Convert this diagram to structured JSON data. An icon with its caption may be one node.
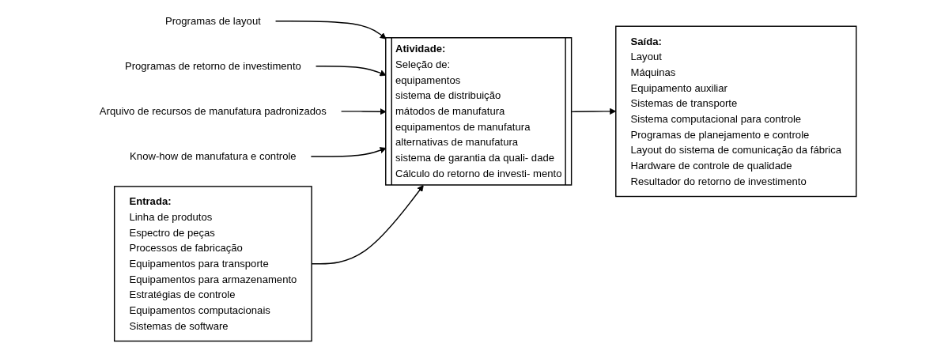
{
  "diagram": {
    "nodes": [
      {
        "text": [
          "Programas de layout"
        ]
      },
      {
        "text": [
          "Programas de retorno de investimento"
        ]
      },
      {
        "text": [
          "Arquivo de recursos de manufatura padronizados"
        ]
      },
      {
        "text": [
          "Know-how de manufatura e controle"
        ]
      },
      {
        "text": [
          "Entrada:",
          "Linha de produtos",
          "Espectro de peças",
          "Processos de fabricação",
          "Equipamentos para transporte",
          "Equipamentos para armazenamento",
          "Estratégias de controle",
          "Equipamentos computacionais",
          "Sistemas de software"
        ]
      },
      {
        "text": [
          "Atividade:",
          "Seleção de:",
          "equipamentos",
          "sistema de distribuição",
          "mátodos de manufatura",
          "equipamentos de manufatura",
          "alternativas de manufatura",
          "sistema de garantia da quali- dade",
          "Cálculo do retorno de investi- mento"
        ]
      },
      {
        "text": [
          "Saída:",
          "Layout",
          "Máquinas",
          "Equipamento auxiliar",
          "Sistemas de transporte",
          "Sistema computacional para controle",
          "Programas de planejamento e controle",
          "Layout do sistema de comunicação da fábrica",
          "Hardware de controle de qualidade",
          "Resultador do retorno de investimento"
        ]
      }
    ],
    "edges": [
      {
        "from": 0,
        "to": 5,
        "arrow": "to"
      },
      {
        "from": 1,
        "to": 5,
        "arrow": "to"
      },
      {
        "from": 2,
        "to": 5,
        "arrow": "to"
      },
      {
        "from": 3,
        "to": 5,
        "arrow": "to"
      },
      {
        "from": 4,
        "to": 5,
        "arrow": "to"
      },
      {
        "from": 5,
        "to": 6,
        "arrow": "to"
      }
    ]
  }
}
